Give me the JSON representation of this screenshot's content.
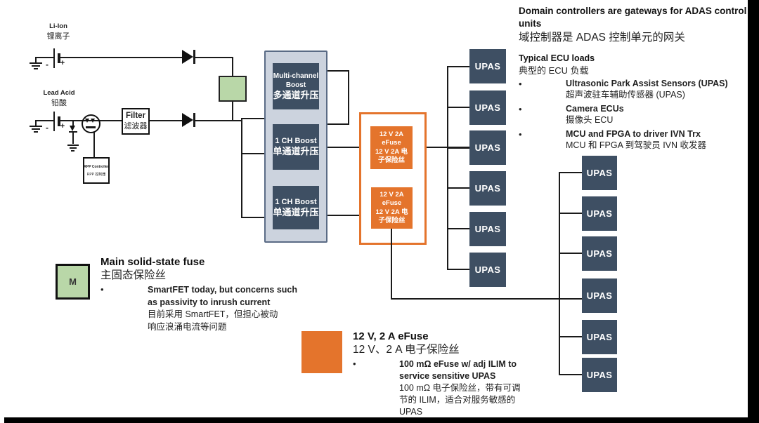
{
  "colors": {
    "block_dark": "#3e4f63",
    "panel_fill": "#ccd3de",
    "panel_border": "#5a6b85",
    "orange": "#e4742c",
    "green": "#b9d7a8",
    "wire": "#1a1a1a"
  },
  "circuit": {
    "liion": {
      "en": "Li-Ion",
      "zh": "锂离子"
    },
    "leadacid": {
      "en": "Lead Acid",
      "zh": "铅酸"
    },
    "battery_minus": "-",
    "battery_plus": "+",
    "filter": {
      "en": "Filter",
      "zh": "滤波器"
    },
    "rpp": {
      "en": "RPP Controller",
      "zh": "RPP 控制器"
    },
    "boost_blocks": [
      {
        "en1": "Multi-channel",
        "en2": "Boost",
        "zh": "多通道升压"
      },
      {
        "en1": "1 CH Boost",
        "zh": "单通道升压"
      },
      {
        "en1": "1 CH Boost",
        "zh": "单通道升压"
      }
    ],
    "efuse_block": {
      "l1": "12 V 2A",
      "l2": "eFuse",
      "l3": "12 V 2A 电",
      "l4": "子保险丝"
    },
    "upas": "UPAS"
  },
  "notes": {
    "domain": {
      "en": "Domain controllers are gateways for ADAS control units",
      "zh": "域控制器是 ADAS 控制单元的网关"
    },
    "typical": {
      "en": "Typical ECU loads",
      "zh": "典型的 ECU 负载"
    },
    "bullet_mark": "•",
    "ecu_bullets": [
      {
        "en": "Ultrasonic Park Assist Sensors (UPAS)",
        "zh": "超声波驻车辅助传感器 (UPAS)"
      },
      {
        "en": "Camera ECUs",
        "zh": "摄像头 ECU"
      },
      {
        "en": "MCU and FPGA to driver IVN Trx",
        "zh": "MCU 和 FPGA 到驾驶员 IVN 收发器"
      }
    ],
    "main_fuse": {
      "symbol": "M",
      "en": "Main solid-state fuse",
      "zh": "主固态保险丝",
      "bullet_lines": [
        "SmartFET today, but concerns such",
        "as passivity to inrush current",
        "目前采用 SmartFET，但担心被动",
        "响应浪涌电流等问题"
      ]
    },
    "efuse_note": {
      "en": "12 V, 2 A eFuse",
      "zh": "12 V、2 A 电子保险丝",
      "bullet_lines": [
        "100 mΩ eFuse w/ adj ILIM to",
        "service sensitive UPAS",
        "100 mΩ 电子保险丝，带有可调",
        "节的 ILIM，适合对服务敏感的",
        "UPAS"
      ]
    }
  }
}
